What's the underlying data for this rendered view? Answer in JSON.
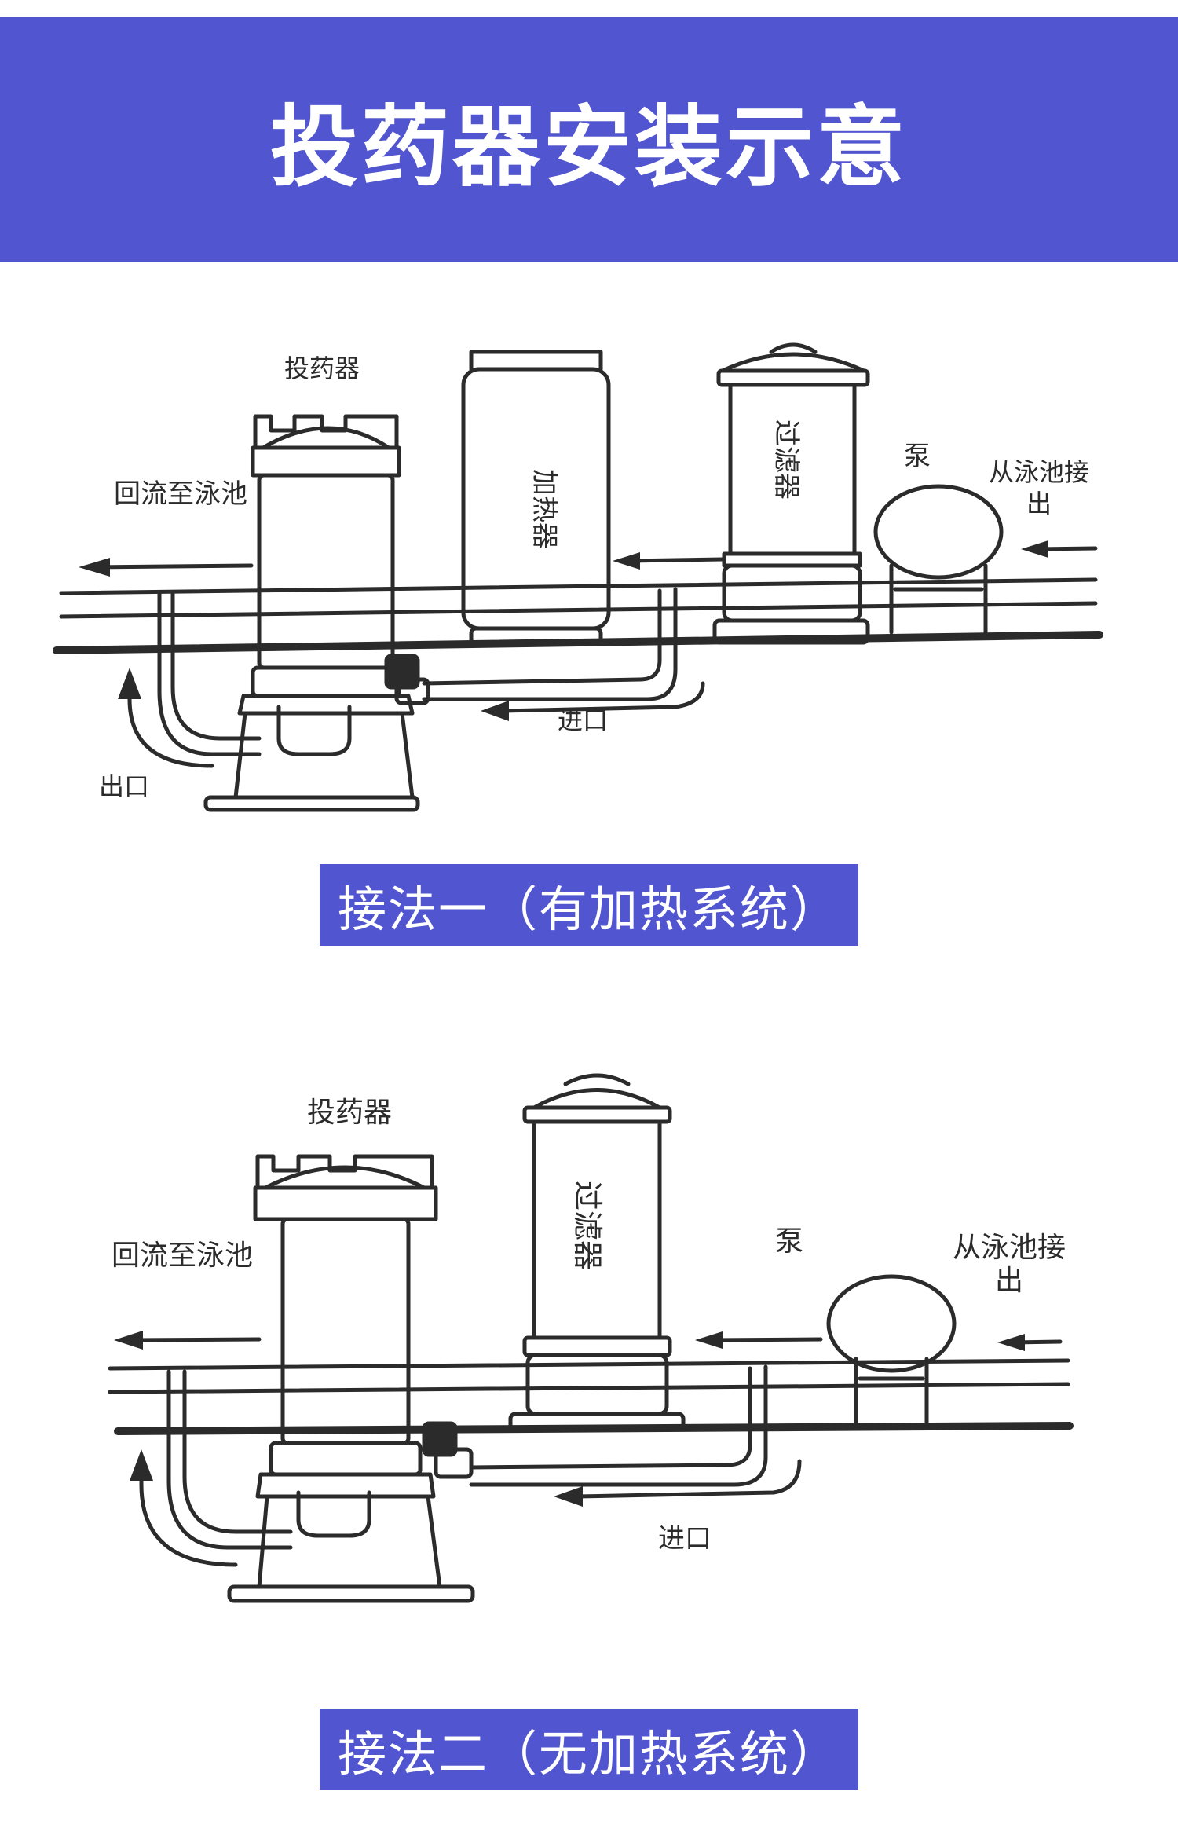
{
  "header": {
    "title": "投药器安装示意"
  },
  "diagram1": {
    "label_doser": "投药器",
    "label_heater": "加热器",
    "label_filter": "过滤器",
    "label_pump": "泵",
    "label_from_pool_line1": "从泳池接",
    "label_from_pool_line2": "出",
    "label_return": "回流至泳池",
    "label_inlet": "进口",
    "label_outlet": "出口",
    "caption": "接法一（有加热系统）"
  },
  "diagram2": {
    "label_doser": "投药器",
    "label_filter": "过滤器",
    "label_pump": "泵",
    "label_from_pool_line1": "从泳池接",
    "label_from_pool_line2": "出",
    "label_return": "回流至泳池",
    "label_inlet": "进口",
    "caption": "接法二（无加热系统）"
  },
  "colors": {
    "accent": "#5155cf",
    "line": "#2b2b2b"
  }
}
